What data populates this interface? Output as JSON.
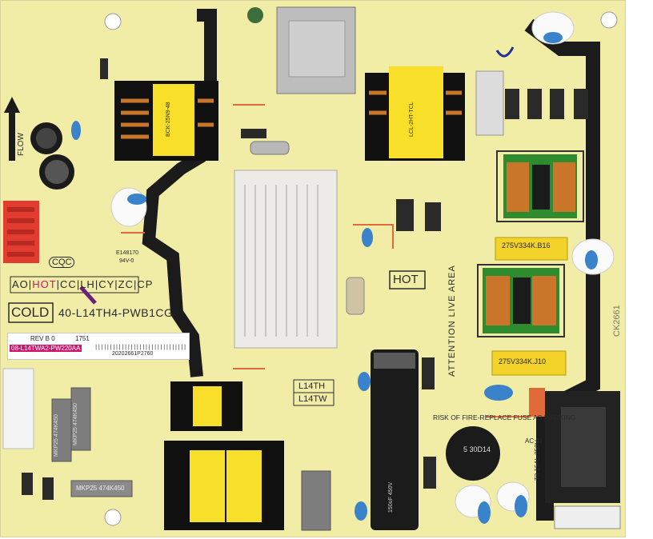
{
  "board": {
    "model": "40-L14TH4-PWB1CG",
    "cold_label": "COLD",
    "hot_label": "HOT",
    "cert_marks": [
      "AO",
      "HOT",
      "CC",
      "LH",
      "CY",
      "ZC",
      "CP"
    ],
    "flow_label": "FLOW",
    "attention_label": "ATTENTION LIVE AREA",
    "fire_label": "RISK OF FIRE-REPLACE   FUSE AS MARKING",
    "fuse_rating": "T3.15AL 250V",
    "ac_in_label": "AC IN",
    "l14th_label": "L14TH",
    "l14tw_label": "L14TW",
    "sticker": {
      "rev": "REV B 0",
      "code": "1751",
      "part": "08-L14TWA2-PW220AA",
      "serial": "20202661P2760"
    },
    "side_mark": "CK2661",
    "capacitor_a": "275V334K.B16",
    "capacitor_b": "275V334K.J10",
    "mkp_a": "MKP25 474K450",
    "mkp_b": "MKP25 474K450",
    "mkp_c": "MKP25 474K450",
    "ntc": "5 30D14",
    "transformer_top": "LCL-2HT-TCL",
    "transformer_small": "BCK-25N9-48",
    "hv_cap": "150uF 450V",
    "cbs": "CQC",
    "e_mark": "E148170",
    "v0_mark": "94V-0"
  },
  "colors": {
    "pcb": "#f1eca6",
    "trace": "#1b1b1b",
    "heatsink": "#e9e9e6",
    "coil_copper": "#c9762a",
    "coil_green": "#2e8b2e",
    "cap_yellow": "#f3d22a",
    "blue_cap": "#3a82c9",
    "red_connector": "#e23b2f",
    "label_magenta": "#d0166c"
  }
}
